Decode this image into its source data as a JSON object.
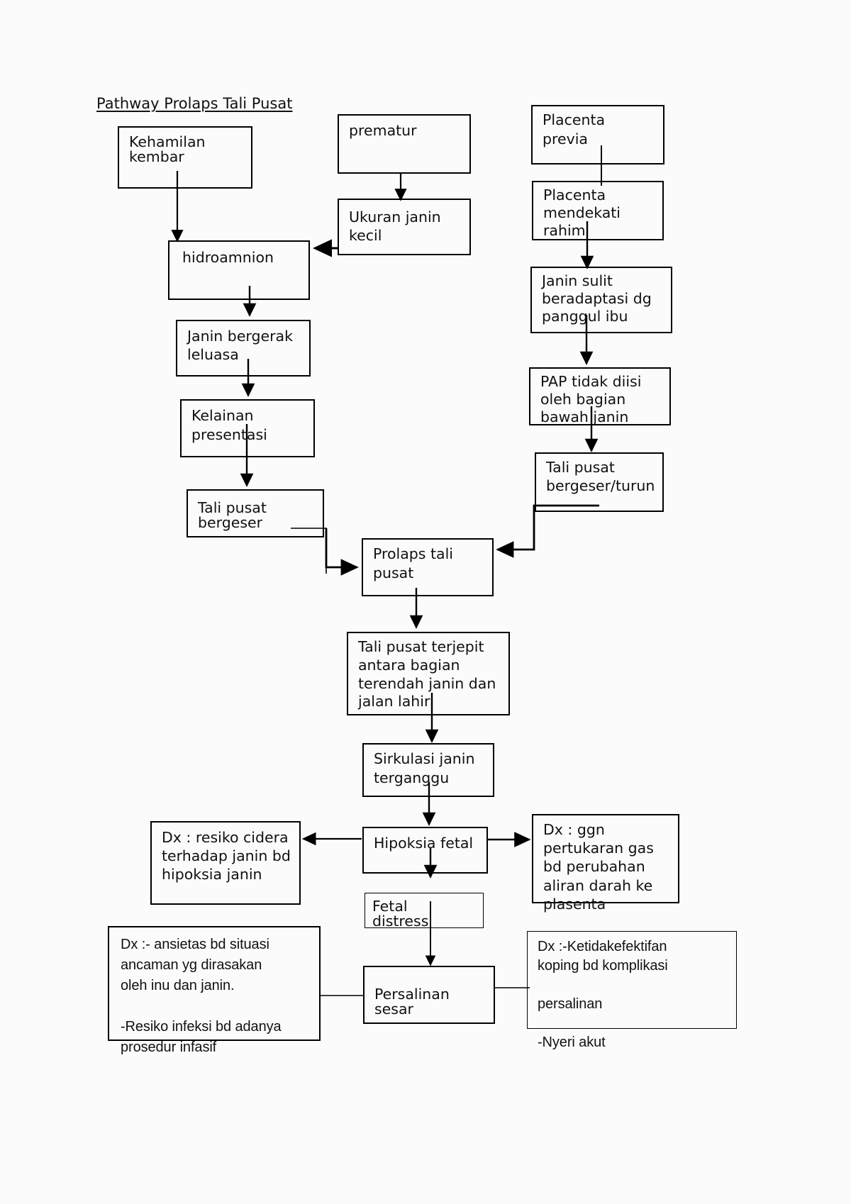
{
  "document": {
    "title": "Pathway Prolaps Tali Pusat"
  },
  "nodes": {
    "kehamilan_kembar": "Kehamilan\nkembar",
    "prematur": "prematur",
    "placenta_previa": "Placenta previa",
    "ukuran_janin_kecil": "Ukuran janin\nkecil",
    "placenta_mendekati_rahim": "Placenta\nmendekati\nrahim",
    "hidroamnion": "hidroamnion",
    "janin_sulit_beradaptasi": "Janin sulit\nberadaptasi dg\npanggul ibu",
    "janin_bergerak_leluasa": "Janin bergerak\nleluasa",
    "pap_tidak_diisi": "PAP tidak diisi\noleh bagian\nbawah janin",
    "kelainan_presentasi": "Kelainan\npresentasi",
    "tali_pusat_bergeser_turun": "Tali pusat\nbergeser/turun",
    "tali_pusat_bergeser": "Tali pusat\nbergeser",
    "prolaps_tali_pusat": "Prolaps tali\npusat",
    "tali_pusat_terjepit": "Tali pusat terjepit\nantara bagian\nterendah janin dan\njalan lahir",
    "sirkulasi_janin_terganggu": "Sirkulasi janin\nterganggu",
    "hipoksia_fetal": "Hipoksia fetal",
    "dx_resiko_cidera": "Dx : resiko cidera\nterhadap janin bd\nhipoksia janin",
    "dx_ggn_pertukaran_gas": "Dx : ggn\npertukaran gas\nbd perubahan\naliran darah ke\nplasenta",
    "fetal_distress": "Fetal\ndistress",
    "dx_ansietas": "Dx :- ansietas bd situasi\nancaman yg dirasakan\noleh inu dan janin.\n\n-Resiko infeksi bd adanya\nprosedur infasif",
    "persalinan_sesar": "Persalinan\nsesar",
    "dx_ketidakefektifan_koping": "Dx :-Ketidakefektifan\nkoping bd komplikasi\n\npersalinan\n\n-Nyeri akut"
  },
  "colors": {
    "stroke": "#000000",
    "text": "#111111",
    "background": "#fbfbfb"
  },
  "edges": [
    {
      "from": "kehamilan_kembar",
      "to": "hidroamnion",
      "type": "vertical-arrow"
    },
    {
      "from": "prematur",
      "to": "ukuran_janin_kecil",
      "type": "vertical-arrow"
    },
    {
      "from": "ukuran_janin_kecil",
      "to": "hidroamnion",
      "type": "horizontal-arrow-left"
    },
    {
      "from": "placenta_previa",
      "to": "placenta_mendekati_rahim",
      "type": "vertical-plain"
    },
    {
      "from": "placenta_mendekati_rahim",
      "to": "janin_sulit_beradaptasi",
      "type": "vertical-arrow"
    },
    {
      "from": "janin_sulit_beradaptasi",
      "to": "pap_tidak_diisi",
      "type": "vertical-arrow"
    },
    {
      "from": "pap_tidak_diisi",
      "to": "tali_pusat_bergeser_turun",
      "type": "vertical-arrow"
    },
    {
      "from": "hidroamnion",
      "to": "janin_bergerak_leluasa",
      "type": "vertical-arrow"
    },
    {
      "from": "janin_bergerak_leluasa",
      "to": "kelainan_presentasi",
      "type": "vertical-arrow"
    },
    {
      "from": "kelainan_presentasi",
      "to": "tali_pusat_bergeser",
      "type": "vertical-arrow"
    },
    {
      "from": "tali_pusat_bergeser",
      "to": "prolaps_tali_pusat",
      "type": "elbow-arrow-right"
    },
    {
      "from": "tali_pusat_bergeser_turun",
      "to": "prolaps_tali_pusat",
      "type": "elbow-arrow-left"
    },
    {
      "from": "prolaps_tali_pusat",
      "to": "tali_pusat_terjepit",
      "type": "vertical-arrow"
    },
    {
      "from": "tali_pusat_terjepit",
      "to": "sirkulasi_janin_terganggu",
      "type": "vertical-arrow"
    },
    {
      "from": "sirkulasi_janin_terganggu",
      "to": "hipoksia_fetal",
      "type": "vertical-arrow"
    },
    {
      "from": "hipoksia_fetal",
      "to": "dx_resiko_cidera",
      "type": "horizontal-arrow-left"
    },
    {
      "from": "hipoksia_fetal",
      "to": "dx_ggn_pertukaran_gas",
      "type": "horizontal-arrow-right"
    },
    {
      "from": "hipoksia_fetal",
      "to": "fetal_distress",
      "type": "vertical-arrow"
    },
    {
      "from": "fetal_distress",
      "to": "persalinan_sesar",
      "type": "vertical-arrow"
    },
    {
      "from": "dx_ansietas",
      "to": "persalinan_sesar",
      "type": "horizontal-plain"
    },
    {
      "from": "persalinan_sesar",
      "to": "dx_ketidakefektifan_koping",
      "type": "horizontal-plain"
    }
  ]
}
